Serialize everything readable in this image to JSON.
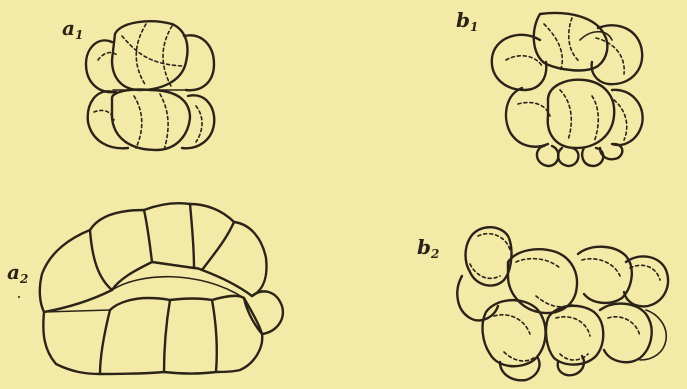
{
  "figures": [
    {
      "letter": "a",
      "index": "1"
    },
    {
      "letter": "b",
      "index": "1"
    },
    {
      "letter": "a",
      "index": "2"
    },
    {
      "letter": "b",
      "index": "2"
    }
  ]
}
